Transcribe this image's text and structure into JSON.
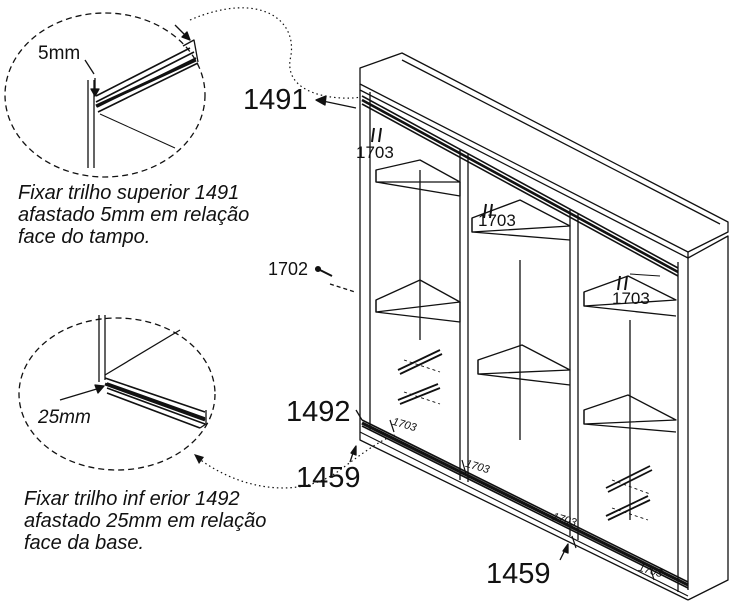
{
  "labels": {
    "dim_top": "5mm",
    "dim_bottom": "25mm",
    "part_1491": "1491",
    "part_1492": "1492",
    "part_1702": "1702",
    "part_1703": "1703",
    "part_1459": "1459"
  },
  "instructions": {
    "top_line1": "Fixar trilho superior 1491",
    "top_line2": "afastado 5mm em relação",
    "top_line3": "face do tampo.",
    "bottom_line1": "Fixar trilho inf erior 1492",
    "bottom_line2": "afastado 25mm em relação",
    "bottom_line3": "face da base."
  }
}
